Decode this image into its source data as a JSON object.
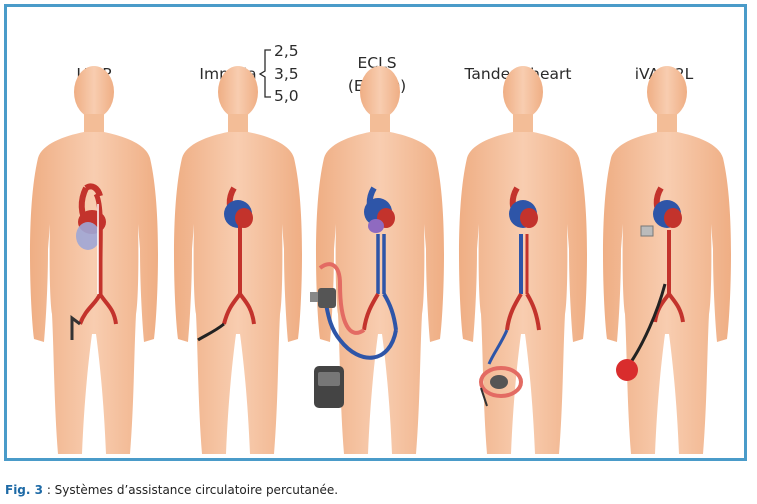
{
  "figure": {
    "devices": [
      {
        "id": "iabp",
        "label_lines": [
          "IABP"
        ]
      },
      {
        "id": "impella",
        "label_lines": [
          "Impella"
        ],
        "variants": [
          "2,5",
          "3,5",
          "5,0"
        ]
      },
      {
        "id": "ecls",
        "label_lines": [
          "ECLS",
          "(ECMO)"
        ]
      },
      {
        "id": "tandem",
        "label_lines": [
          "Tandem heart"
        ]
      },
      {
        "id": "ivac",
        "label_lines": [
          "iVAC 2L"
        ]
      }
    ]
  },
  "caption": {
    "figure_number": "Fig. 3",
    "text": " : Systèmes d’assistance circulatoire percutanée."
  },
  "colors": {
    "frame": "#4a9bc9",
    "skin": "#f4c09c",
    "artery": "#c3332c",
    "vein": "#2e55a8",
    "figure_label": "#1e6aa6"
  }
}
